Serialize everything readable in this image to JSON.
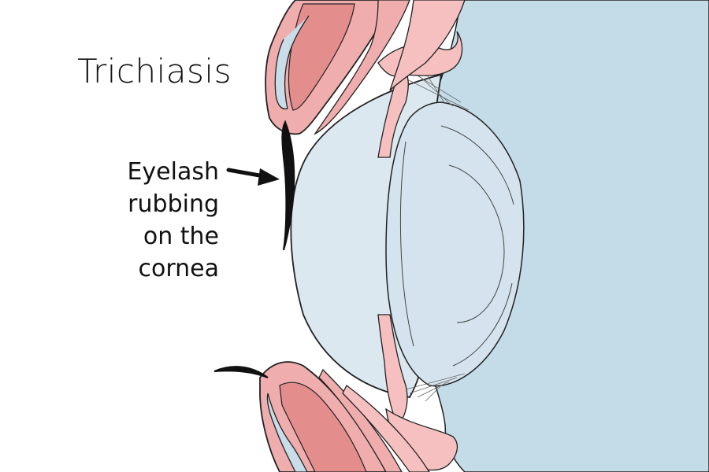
{
  "title": "Trichiasis",
  "callout": {
    "lines": [
      "Eyelash",
      "rubbing",
      "on the",
      "cornea"
    ]
  },
  "colors": {
    "eye_interior": "#c4dce8",
    "cornea": "#dbe8f0",
    "lens": "#d4e3ed",
    "eyelid_skin": "#f0adad",
    "eyelid_muscle": "#e48d8d",
    "conjunctiva": "#f6c0c0",
    "outline": "#222222",
    "eyelash": "#111111"
  }
}
